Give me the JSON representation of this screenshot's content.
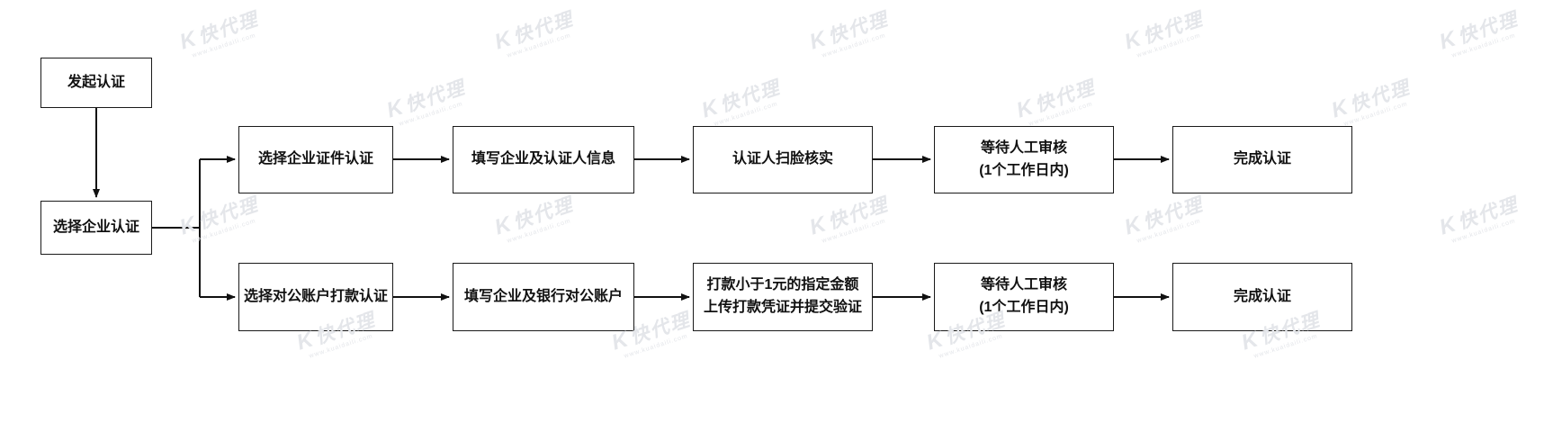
{
  "watermark": {
    "logo_glyph": "K",
    "text": "快代理",
    "subtext": "www.kuaidaili.com"
  },
  "flow": {
    "start": {
      "label": "发起认证"
    },
    "select_type": {
      "label": "选择企业认证"
    },
    "certificate_branch": {
      "steps": [
        {
          "label": "选择企业证件认证"
        },
        {
          "label": "填写企业及认证人信息"
        },
        {
          "label": "认证人扫脸核实"
        },
        {
          "label": "等待人工审核\n(1个工作日内)"
        },
        {
          "label": "完成认证"
        }
      ]
    },
    "bank_transfer_branch": {
      "steps": [
        {
          "label": "选择对公账户打款认证"
        },
        {
          "label": "填写企业及银行对公账户"
        },
        {
          "label": "打款小于1元的指定金额\n上传打款凭证并提交验证"
        },
        {
          "label": "等待人工审核\n(1个工作日内)"
        },
        {
          "label": "完成认证"
        }
      ]
    }
  },
  "colors": {
    "background": "#ffffff",
    "box_border": "#1a1a1a",
    "box_fill": "#ffffff",
    "arrow": "#111111",
    "text": "#111111",
    "watermark": "#e4e6ea"
  }
}
